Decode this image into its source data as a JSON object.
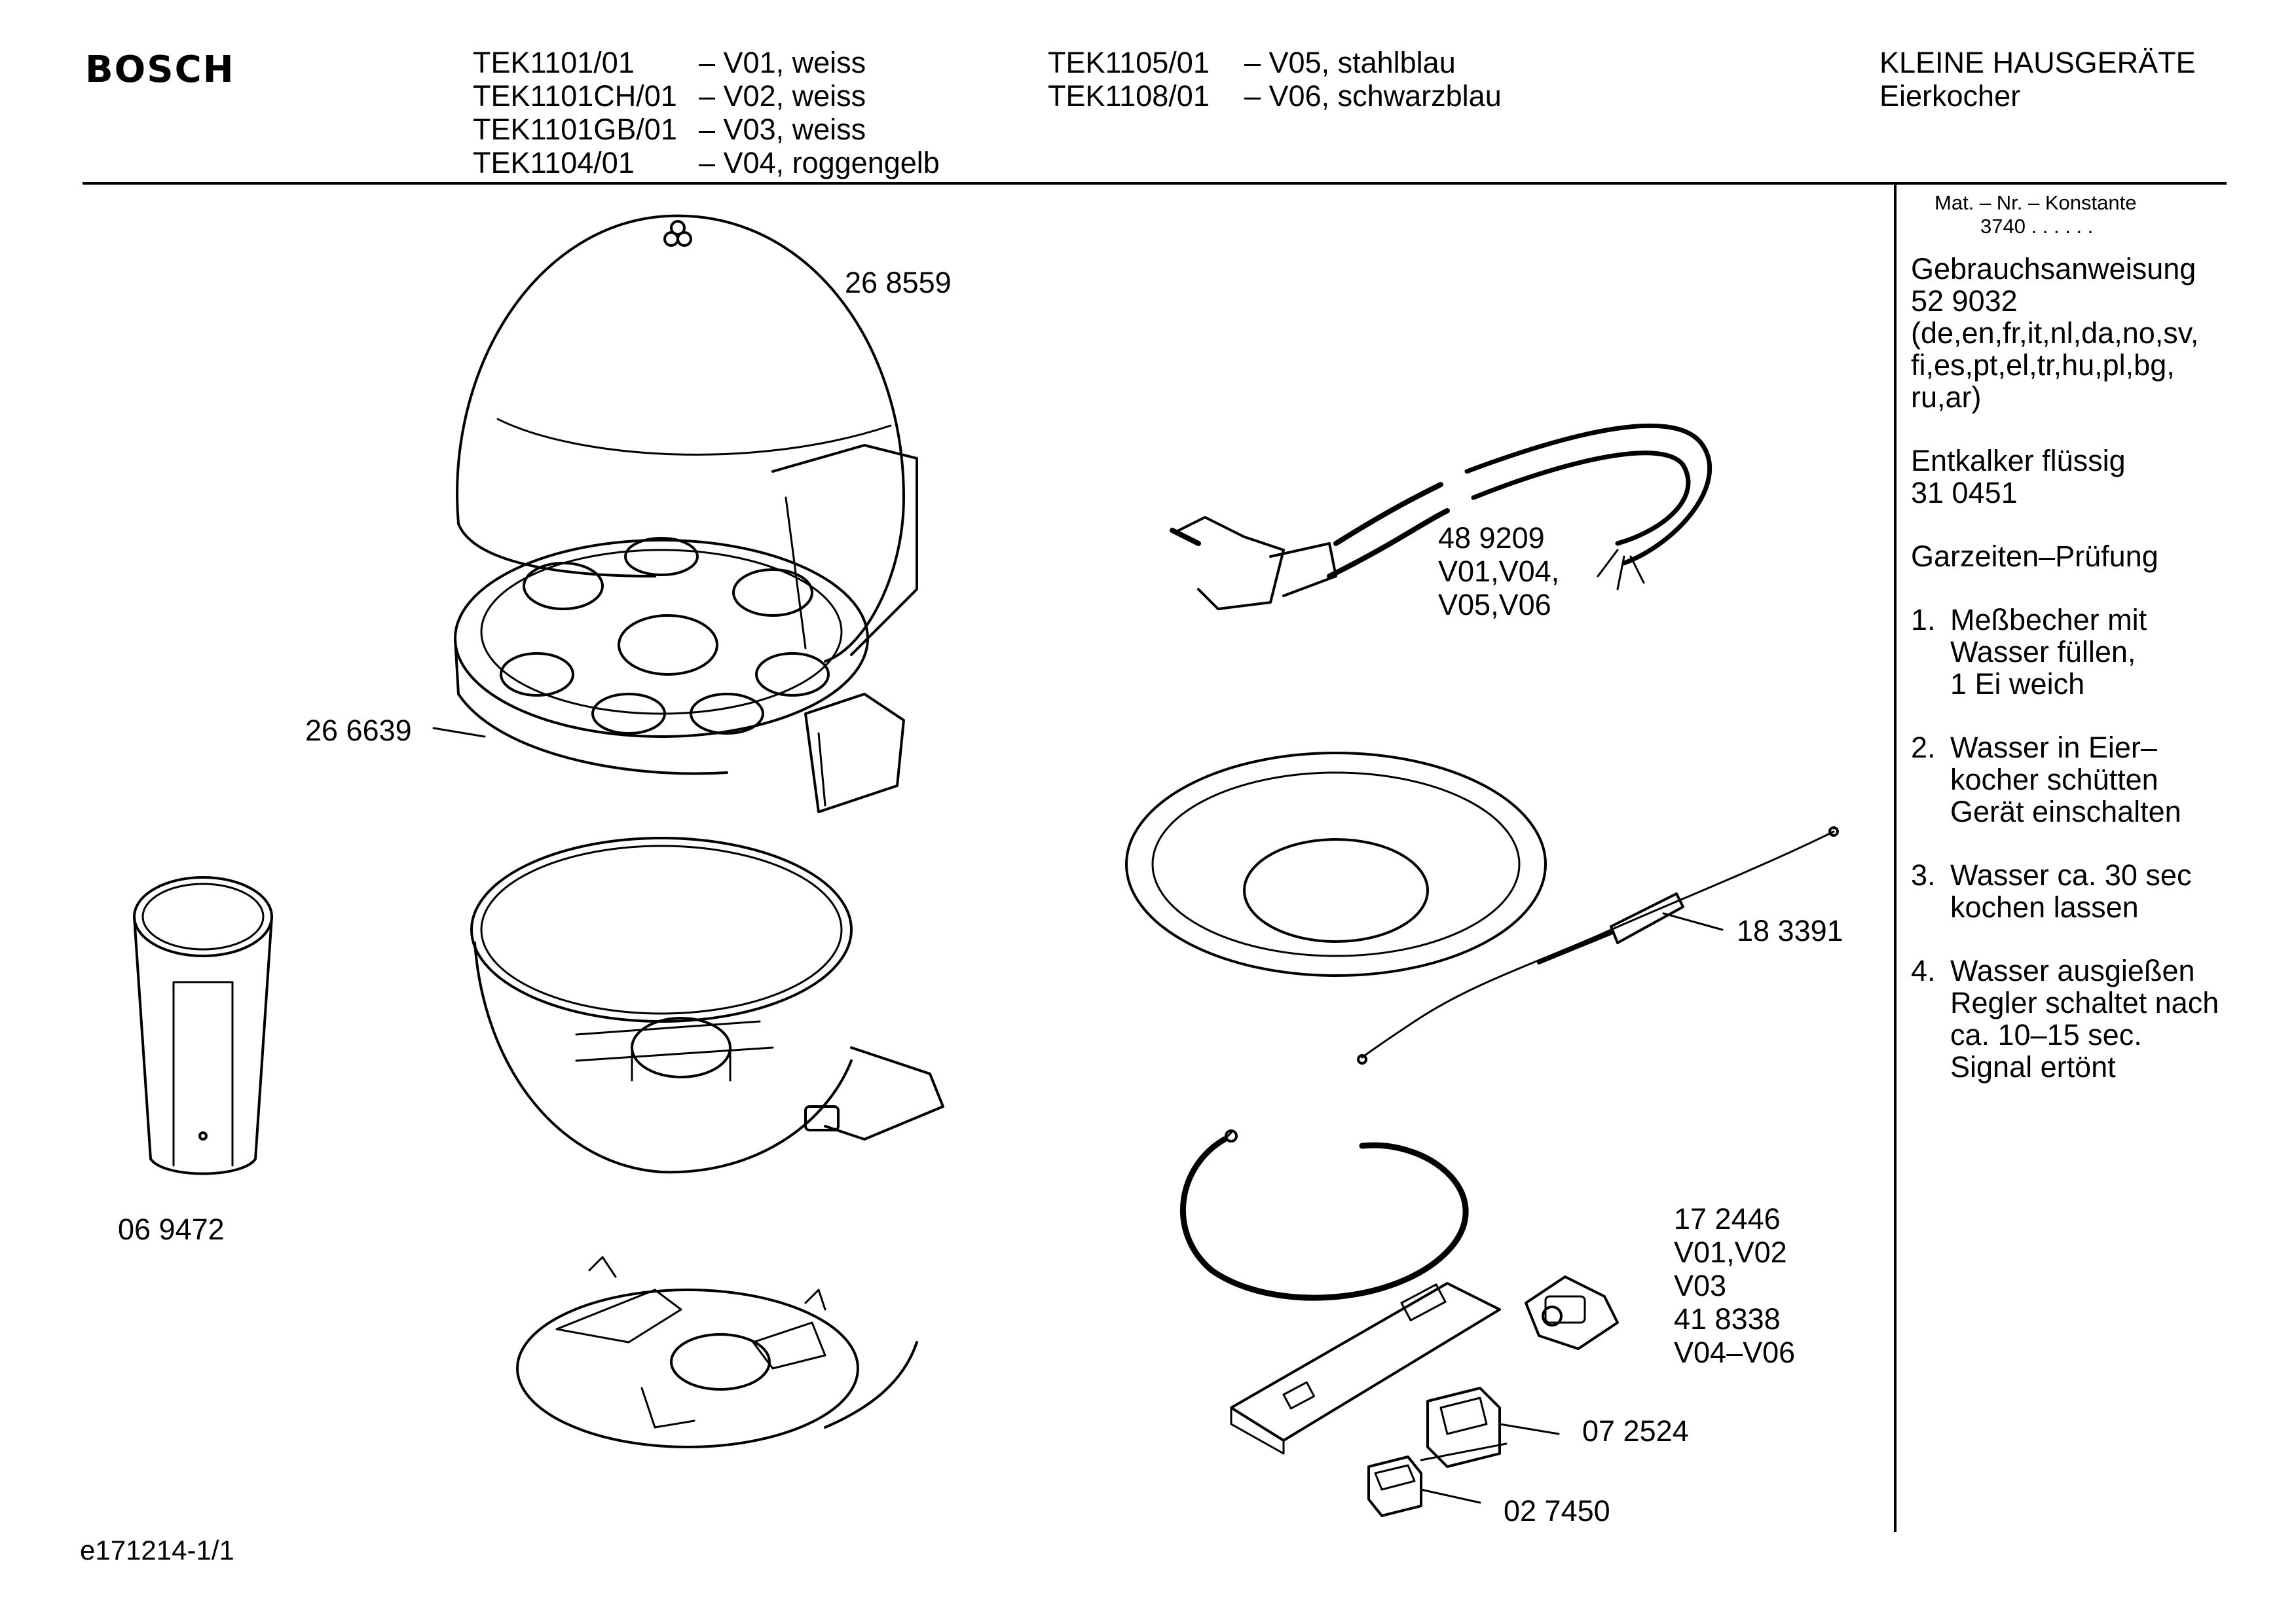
{
  "brand": "BOSCH",
  "models_left": [
    {
      "code": "TEK1101/01",
      "variant": "– V01, weiss"
    },
    {
      "code": "TEK1101CH/01",
      "variant": "– V02, weiss"
    },
    {
      "code": "TEK1101GB/01",
      "variant": "– V03, weiss"
    },
    {
      "code": "TEK1104/01",
      "variant": "– V04, roggengelb"
    }
  ],
  "models_right": [
    {
      "code": "TEK1105/01",
      "variant": "– V05, stahlblau"
    },
    {
      "code": "TEK1108/01",
      "variant": "– V06, schwarzblau"
    }
  ],
  "category": [
    "KLEINE HAUSGERÄTE",
    "Eierkocher"
  ],
  "sidebar": {
    "mat_label": "Mat. – Nr. – Konstante",
    "mat_value": "3740 .  .  .  .  .  .",
    "manual": [
      "Gebrauchsanweisung",
      "52 9032",
      "(de,en,fr,it,nl,da,no,sv,",
      "fi,es,pt,el,tr,hu,pl,bg,",
      "ru,ar)"
    ],
    "descaler": [
      "Entkalker flüssig",
      "31 0451"
    ],
    "test_title": "Garzeiten–Prüfung",
    "steps": [
      {
        "num": "1.",
        "lines": [
          "Meßbecher mit",
          "Wasser füllen,",
          "1 Ei weich"
        ]
      },
      {
        "num": "2.",
        "lines": [
          "Wasser in Eier–",
          "kocher schütten",
          "Gerät einschalten"
        ]
      },
      {
        "num": "3.",
        "lines": [
          "Wasser ca. 30 sec",
          "kochen lassen"
        ]
      },
      {
        "num": "4.",
        "lines": [
          "Wasser ausgießen",
          "Regler schaltet nach",
          "ca. 10–15 sec.",
          "Signal ertönt"
        ]
      }
    ]
  },
  "parts": {
    "lid": "26 8559",
    "egg_tray": "26 6639",
    "cup": "06 9472",
    "cord": [
      "48 9209",
      "V01,V04,",
      "V05,V06"
    ],
    "sensor": "18 3391",
    "switch": [
      "17 2446",
      "V01,V02",
      "V03",
      "41 8338",
      "V04–V06"
    ],
    "lamp": "07 2524",
    "button": "02 7450"
  },
  "footer": "e171214-1/1"
}
